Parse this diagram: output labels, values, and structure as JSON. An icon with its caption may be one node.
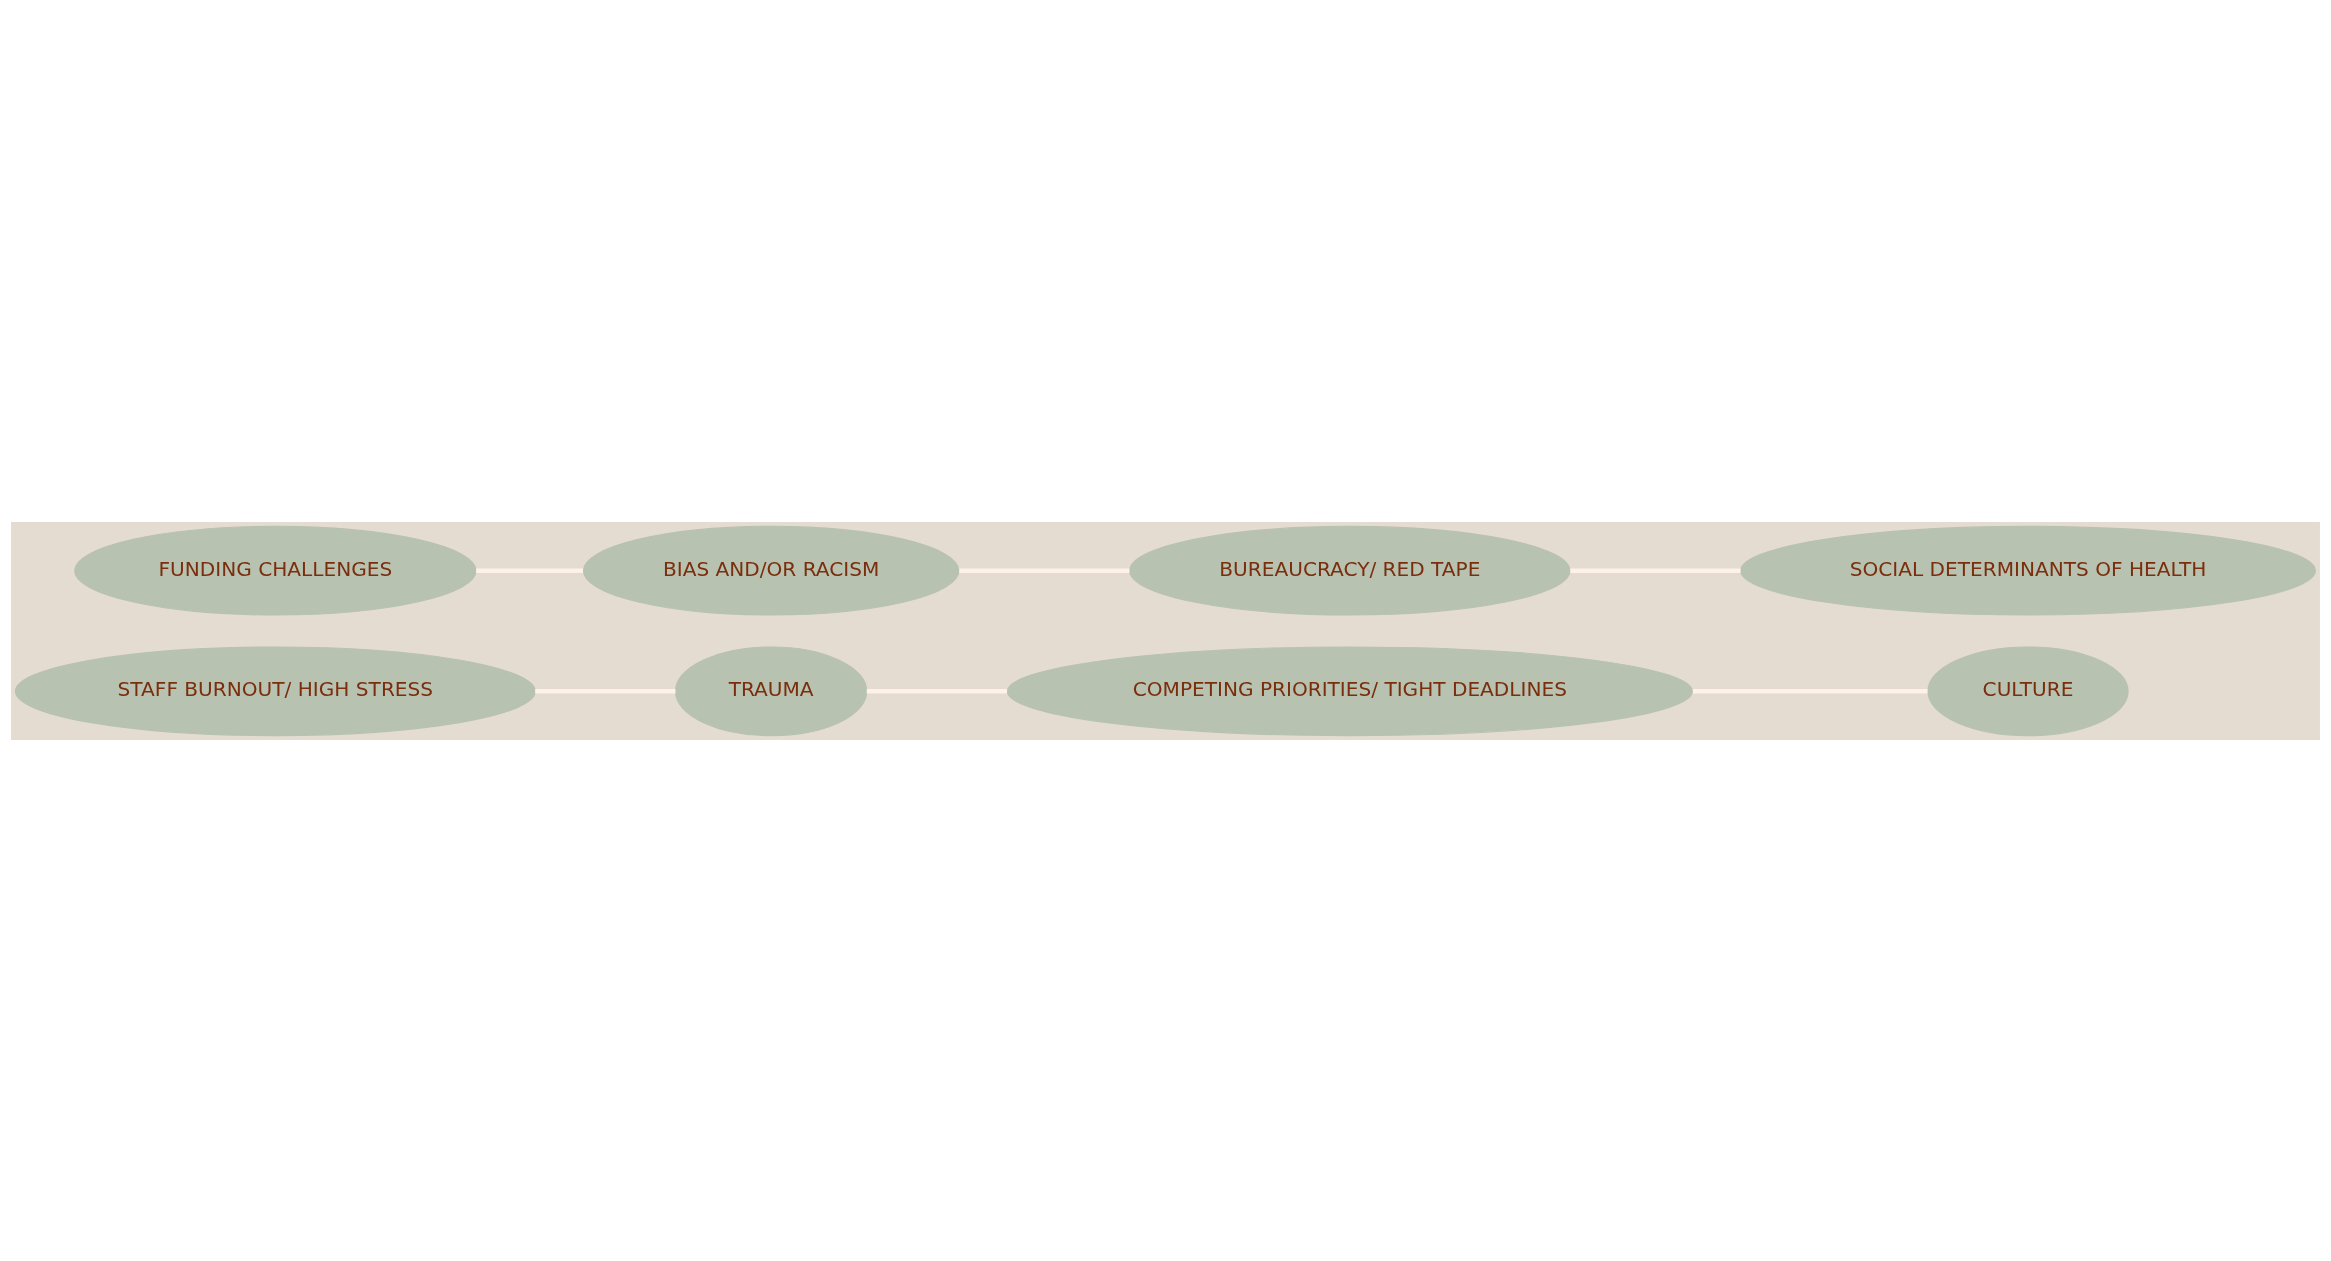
{
  "diagram": {
    "nodes": [
      {
        "text": [
          "TRAUMA"
        ]
      },
      {
        "text": [
          "COMPETING PRIORITIES/ TIGHT DEADLINES"
        ]
      },
      {
        "text": [
          "STAFF BURNOUT/ HIGH STRESS"
        ]
      },
      {
        "text": [
          "FUNDING CHALLENGES"
        ]
      },
      {
        "text": [
          "CULTURE"
        ]
      },
      {
        "text": [
          "BIAS AND/OR RACISM"
        ]
      },
      {
        "text": [
          "BUREAUCRACY/ RED TAPE"
        ]
      },
      {
        "text": [
          "SOCIAL DETERMINANTS OF HEALTH"
        ]
      }
    ],
    "edges": [
      {
        "from": 2,
        "to": 0,
        "arrow": "none"
      },
      {
        "from": 0,
        "to": 1,
        "arrow": "none"
      },
      {
        "from": 1,
        "to": 4,
        "arrow": "none"
      },
      {
        "from": 3,
        "to": 5,
        "arrow": "none"
      },
      {
        "from": 5,
        "to": 6,
        "arrow": "none"
      },
      {
        "from": 6,
        "to": 7,
        "arrow": "none"
      }
    ]
  }
}
